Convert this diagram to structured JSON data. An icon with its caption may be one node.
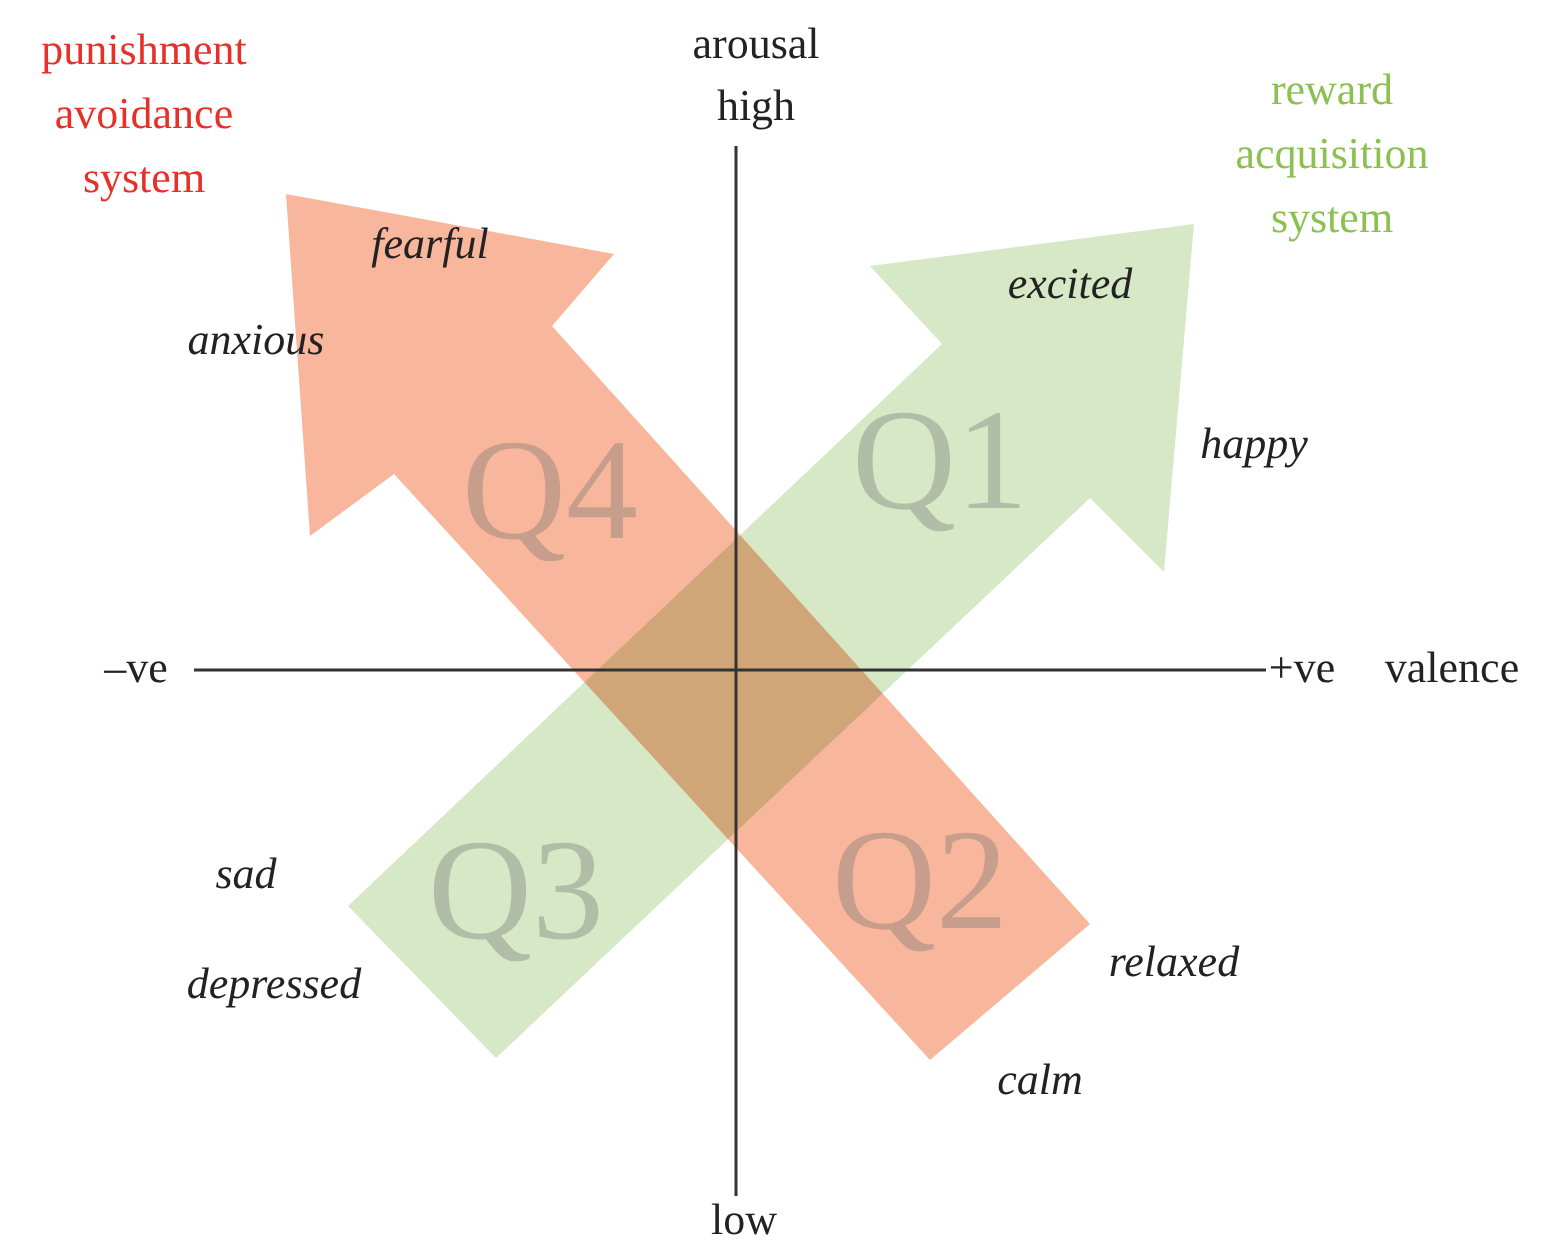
{
  "diagram": {
    "labels": [
      "punishment avoidance system",
      "arousal",
      "high",
      "reward acquisition system",
      "fearful",
      "excited",
      "anxious",
      "Q4",
      "Q1",
      "happy",
      "–ve",
      "+ve",
      "valence",
      "sad",
      "Q3",
      "Q2",
      "depressed",
      "relaxed",
      "calm",
      "low"
    ]
  }
}
